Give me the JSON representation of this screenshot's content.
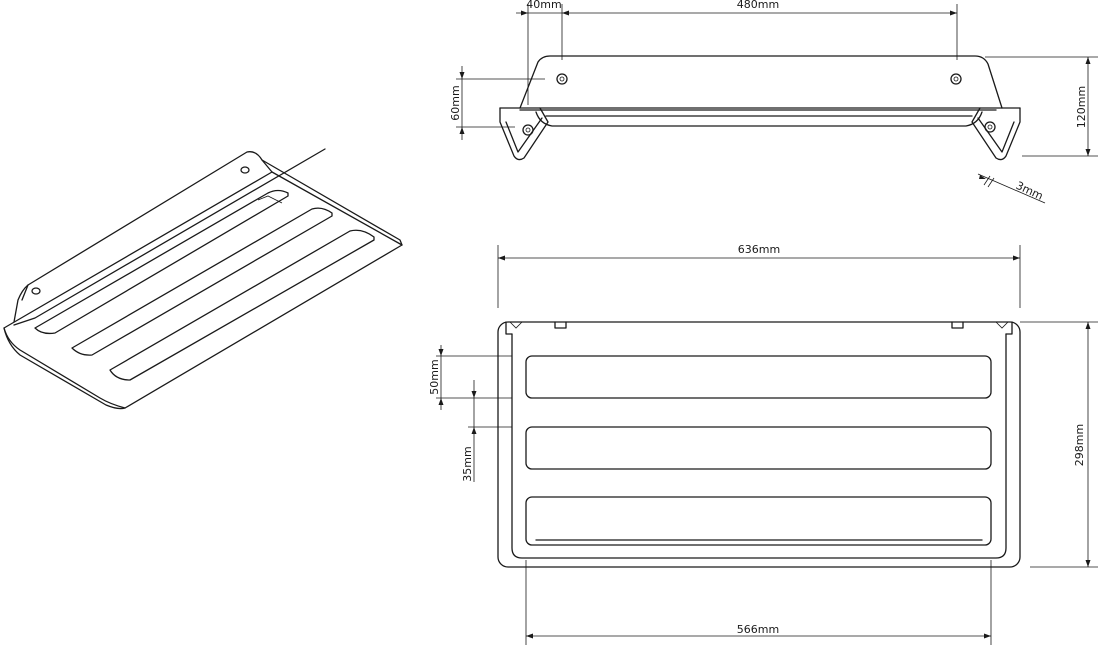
{
  "dimensions": {
    "edge_offset": "40mm",
    "hole_spacing": "480mm",
    "hole_height": "60mm",
    "total_height": "120mm",
    "thickness": "3mm",
    "overall_width": "636mm",
    "overall_depth": "298mm",
    "slot_width": "50mm",
    "slot_gap": "35mm",
    "inner_width": "566mm"
  }
}
